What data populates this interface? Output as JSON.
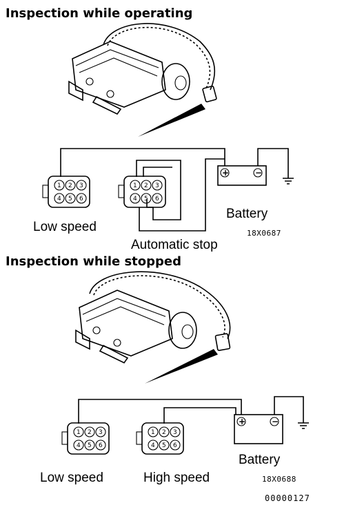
{
  "sections": [
    {
      "title": "Inspection while operating",
      "labels": {
        "connector_left": "Low speed",
        "connector_right": "Automatic stop",
        "battery": "Battery"
      },
      "figure_code": "18X0687",
      "pins": [
        "1",
        "2",
        "3",
        "4",
        "5",
        "6"
      ]
    },
    {
      "title": "Inspection while stopped",
      "labels": {
        "connector_left": "Low speed",
        "connector_right": "High speed",
        "battery": "Battery"
      },
      "figure_code": "18X0688",
      "pins": [
        "1",
        "2",
        "3",
        "4",
        "5",
        "6"
      ]
    }
  ],
  "battery_symbols": {
    "positive": "+",
    "negative": "−"
  },
  "footer_code": "00000127"
}
